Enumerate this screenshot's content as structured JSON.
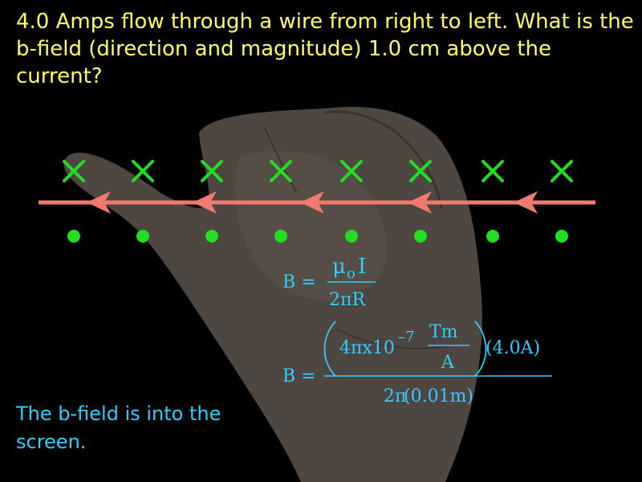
{
  "question": "4.0 Amps flow through a wire from right to left.  What is the b-field (direction and magnitude) 1.0 cm above the current?",
  "conclusion": "The b-field is into the screen.",
  "field_markers": {
    "cross_count": 8,
    "dot_count": 8
  },
  "current_arrows": 5,
  "equation1": {
    "lhs": "B =",
    "numerator_mu": "μ",
    "numerator_sub": "o",
    "numerator_I": "I",
    "denominator": "2πR"
  },
  "equation2": {
    "lhs": "B =",
    "coeff": "4πx10",
    "exponent": "–7",
    "unit_num": "Tm",
    "unit_den": "A",
    "current": "(4.0A)",
    "denom_2pi": "2π",
    "denom_r": "(0.01m)"
  },
  "colors": {
    "question": "#ffff66",
    "conclusion": "#33ccff",
    "equation": "#33ccff",
    "field": "#22dd22",
    "wire": "#f07a70"
  }
}
